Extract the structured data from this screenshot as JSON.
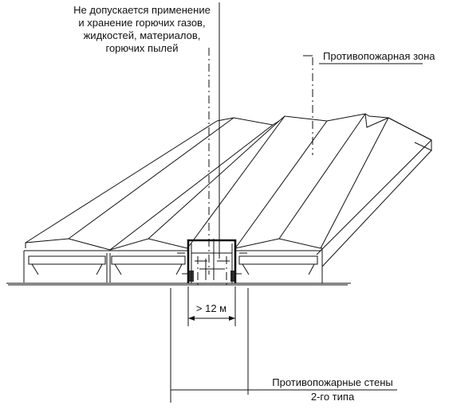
{
  "labels": {
    "restriction_note": [
      "Не допускается применение",
      "и хранение горючих газов,",
      "жидкостей, материалов,",
      "горючих пылей"
    ],
    "fire_zone": "Противопожарная зона",
    "gap_dimension": "> 12 м",
    "fire_walls": [
      "Противопожарные стены",
      "2-го типа"
    ]
  }
}
